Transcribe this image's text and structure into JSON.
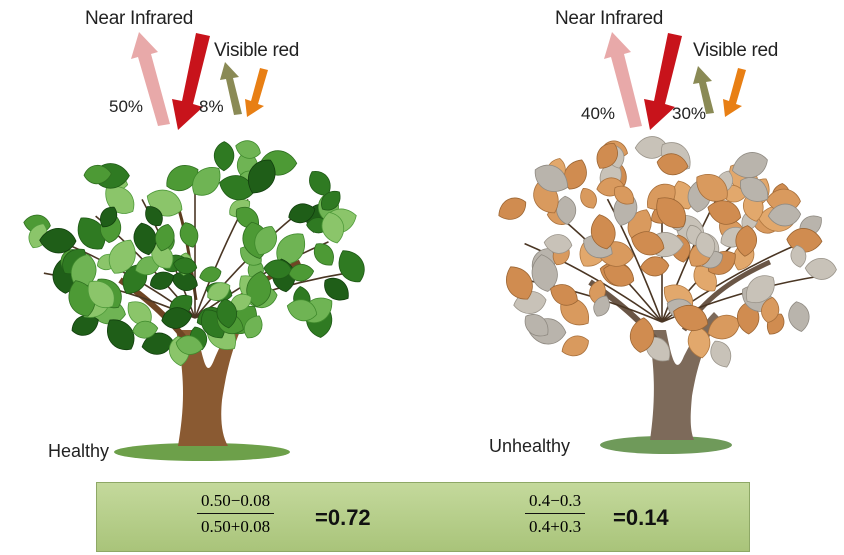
{
  "healthy": {
    "nir_label": "Near Infrared",
    "red_label": "Visible red",
    "nir_reflect": "50%",
    "red_reflect": "8%",
    "caption": "Healthy",
    "numerator": "0.50−0.08",
    "denominator": "0.50+0.08",
    "result": "=0.72"
  },
  "unhealthy": {
    "nir_label": "Near Infrared",
    "red_label": "Visible red",
    "nir_reflect": "40%",
    "red_reflect": "30%",
    "caption": "Unhealthy",
    "numerator": "0.4−0.3",
    "denominator": "0.4+0.3",
    "result": "=0.14"
  },
  "colors": {
    "nir_incoming": "#c8131b",
    "nir_reflected": "#e8a9a9",
    "red_incoming": "#e87f14",
    "red_reflected": "#8a8a55",
    "healthy_leaf": "#3f8f2c",
    "unhealthy_leaf": "#d99a5e",
    "trunk": "#8a5a32",
    "panel": "#b8d08a"
  }
}
